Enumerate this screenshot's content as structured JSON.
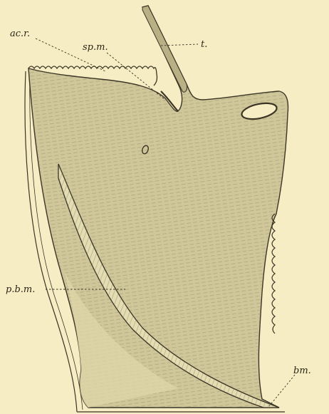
{
  "diagram": {
    "labels": {
      "ac_r": "ac.r.",
      "sp_m": "sp.m.",
      "t": "t.",
      "p_b_m": "p.b.m.",
      "bm": "bm."
    },
    "colors": {
      "background": "#f6edc4",
      "tissue": "#cfc69a",
      "outline": "#3a3424"
    }
  }
}
